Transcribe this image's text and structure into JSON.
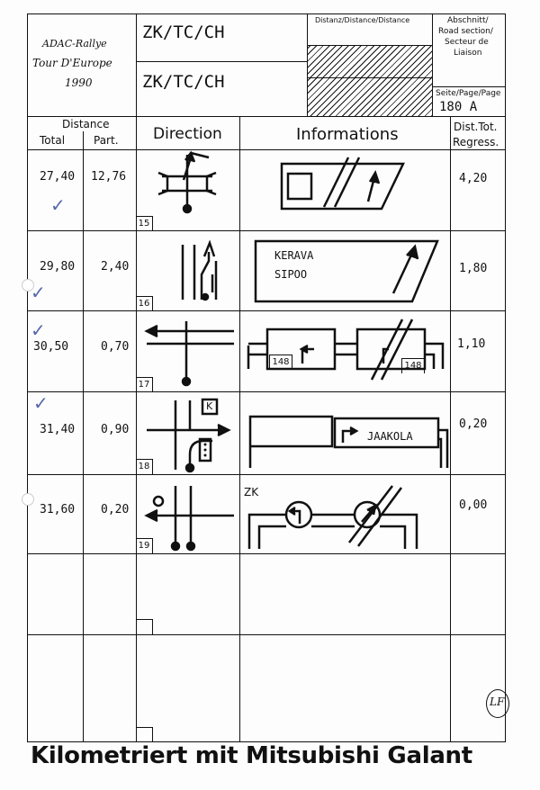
{
  "header": {
    "rally": [
      "ADAC-Rallye",
      "Tour D'Europe",
      "1990"
    ],
    "control_top": "ZK/TC/CH",
    "control_bottom": "ZK/TC/CH",
    "distance_label": "Distanz/Distance/Distance",
    "section_label_1": "Abschnitt/",
    "section_label_2": "Road section/",
    "section_label_3": "Secteur de",
    "section_label_4": "Liaison",
    "page_label": "Seite/Page/Page",
    "page_value": "180 A"
  },
  "columns": {
    "distance": "Distance",
    "total": "Total",
    "part": "Part.",
    "direction": "Direction",
    "informations": "Informations",
    "dist_tot": "Dist.Tot.",
    "regress": "Regress."
  },
  "rows": [
    {
      "total": "27,40",
      "part": "12,76",
      "num": "15",
      "regress": "4,20",
      "checked": true
    },
    {
      "total": "29,80",
      "part": "2,40",
      "num": "16",
      "regress": "1,80",
      "checked": true,
      "signs": [
        "KERAVA",
        "SIPOO"
      ]
    },
    {
      "total": "30,50",
      "part": "0,70",
      "num": "17",
      "regress": "1,10",
      "checked": true,
      "road_nums": [
        "148",
        "148"
      ]
    },
    {
      "total": "31,40",
      "part": "0,90",
      "num": "18",
      "regress": "0,20",
      "checked": true,
      "k_label": "K",
      "sign": "JAAKOLA"
    },
    {
      "total": "31,60",
      "part": "0,20",
      "num": "19",
      "regress": "0,00",
      "checked": false,
      "zk": "ZK"
    }
  ],
  "footer": {
    "stamp": "LF",
    "banner": "Kilometriert mit Mitsubishi Galant"
  }
}
